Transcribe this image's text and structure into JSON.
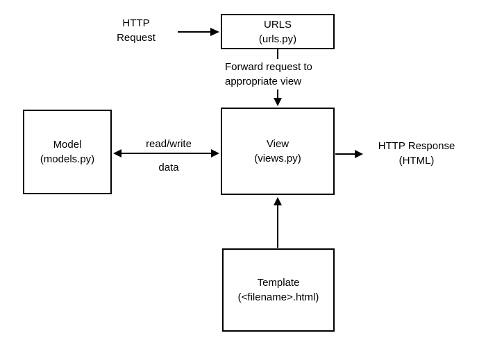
{
  "background": "#ffffff",
  "line_color": "#000000",
  "nodes": {
    "http_request": {
      "line1": "HTTP",
      "line2": "Request"
    },
    "urls": {
      "title": "URLS",
      "subtitle": "(urls.py)"
    },
    "view": {
      "title": "View",
      "subtitle": "(views.py)"
    },
    "model": {
      "title": "Model",
      "subtitle": "(models.py)"
    },
    "template": {
      "title": "Template",
      "subtitle": "(<filename>.html)"
    },
    "http_response": {
      "line1": "HTTP Response",
      "line2": "(HTML)"
    }
  },
  "edges": {
    "forward": {
      "line1": "Forward request to",
      "line2": "appropriate view"
    },
    "read_write": {
      "line1": "read/write",
      "line2": "data"
    }
  }
}
